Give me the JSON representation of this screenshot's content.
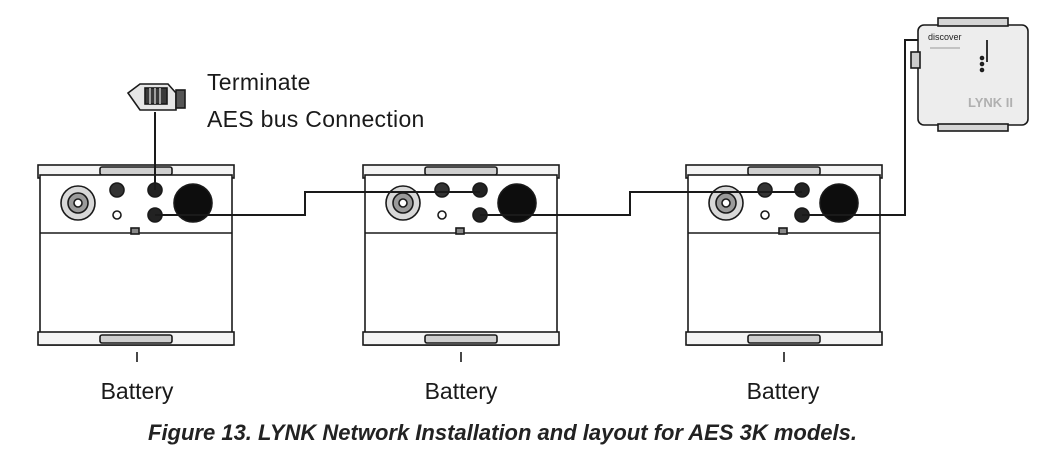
{
  "figure": {
    "caption": "Figure 13.  LYNK Network Installation and layout for AES 3K models."
  },
  "terminator": {
    "line1": "Terminate",
    "line2": "AES bus Connection"
  },
  "batteries": [
    {
      "label": "Battery"
    },
    {
      "label": "Battery"
    },
    {
      "label": "Battery"
    }
  ],
  "gateway": {
    "brand": "discover",
    "model": "LYNK II"
  },
  "colors": {
    "ink": "#1a1a1a",
    "panel": "#f4f4f4",
    "gateway_fill": "#ededed"
  }
}
